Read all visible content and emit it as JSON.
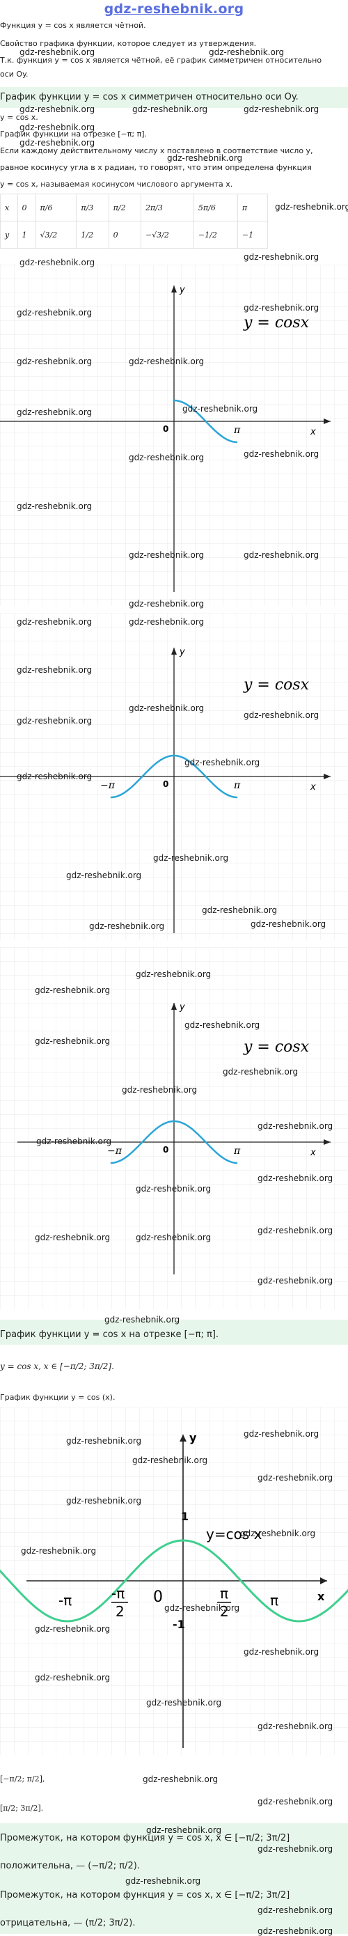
{
  "header": {
    "site_title": "gdz-reshebnik.org"
  },
  "watermark": "gdz-reshebnik.org",
  "text": {
    "l1": "Функция y = cos x является чётной.",
    "l2": "Свойство графика функции, которое следует из утверждения.",
    "l3": "Т.к. функция y = cos x является чётной, её график симметричен относительно",
    "l4": "оси Oy.",
    "l5": "График функции y = cos x симметричен относительно оси Oy.",
    "l6": "y = cos x.",
    "l7": "График функции на отрезке [−π; π].",
    "l8": "Если каждому действительному числу x поставлено в соответствие число y,",
    "l9": "равное косинусу угла в x радиан, то говорят, что этим определена функция",
    "l10": "y = cos x, называемая косинусом числового аргумента x.",
    "l11": "График функции y = cos x на отрезке [−π; π].",
    "l12": "y = cos x,  x ∈ [−π/2; 3π/2].",
    "l13": "График функции y = cos (x).",
    "l14": "[−π/2; π/2],",
    "l15": "[π/2; 3π/2].",
    "l16": "Промежуток, на котором функция y = cos x, x ∈ [−π/2; 3π/2]",
    "l17": "положительна, — (−π/2; π/2).",
    "l18": "Промежуток, на котором функция y = cos x, x ∈ [−π/2; 3π/2]",
    "l19": "отрицательна, — (π/2; 3π/2)."
  },
  "table": {
    "x_row": [
      "x",
      "0",
      "π/6",
      "π/3",
      "π/2",
      "2π/3",
      "5π/6",
      "π"
    ],
    "y_row": [
      "y",
      "1",
      "√3/2",
      "1/2",
      "0",
      "−√3/2",
      "−1/2",
      "−1"
    ]
  },
  "graph1": {
    "label": "y = cosx",
    "axis_x": "x",
    "axis_y": "y",
    "origin": "0",
    "pi": "π"
  },
  "graph2": {
    "label": "y = cosx",
    "axis_x": "x",
    "axis_y": "y",
    "origin": "0",
    "pi": "π",
    "neg_pi": "−π"
  },
  "graph3": {
    "label": "y = cosx",
    "axis_x": "x",
    "axis_y": "y",
    "origin": "0",
    "pi": "π",
    "neg_pi": "−π"
  },
  "graph4": {
    "label": "y=cos x",
    "axis_x": "x",
    "axis_y": "y",
    "origin": "0",
    "one": "1",
    "minus_one": "-1",
    "pi": "π",
    "neg_pi": "-π",
    "half_pi_num": "π",
    "half_pi_den": "2",
    "neg_half_pi_num": "-π",
    "neg_half_pi_den": "2"
  },
  "colors": {
    "curve": "#2aa5d8",
    "curve4": "#3fcf8e",
    "highlight": "#e7f6ea",
    "title": "#5a6fe0"
  }
}
